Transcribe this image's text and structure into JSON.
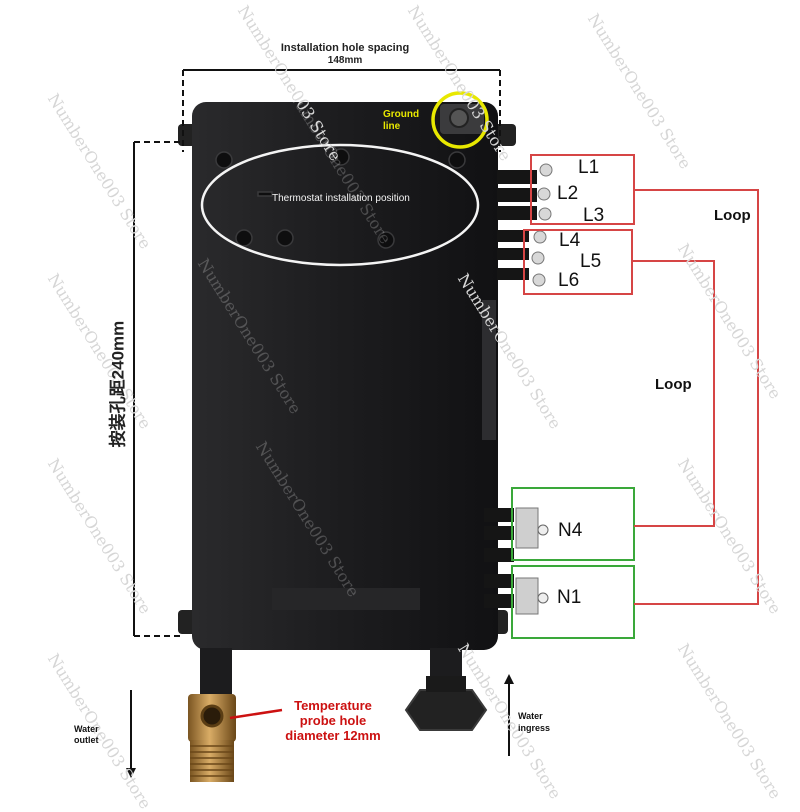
{
  "dimensions": {
    "top_title": "Installation hole spacing",
    "top_value": "148mm",
    "side_vertical": "按装孔距240mm"
  },
  "callouts": {
    "ground": "Ground line",
    "thermostat": "Thermostat installation position",
    "temperature_probe": "Temperature probe hole diameter 12mm",
    "water_outlet": "Water outlet",
    "water_ingress": "Water ingress"
  },
  "terminals": {
    "group_a": [
      "L1",
      "L2",
      "L3"
    ],
    "group_b": [
      "L4",
      "L5",
      "L6"
    ],
    "neutral": [
      "N4",
      "N1"
    ],
    "loop_label": "Loop"
  },
  "watermark": "NumberOne003 Store",
  "colors": {
    "line_box": "#d64545",
    "neutral_box": "#3aa83a",
    "ground_circle": "#e8e800",
    "body": "#1c1c1e",
    "brass": "#b98a4a",
    "probe_text": "#cc1111"
  }
}
